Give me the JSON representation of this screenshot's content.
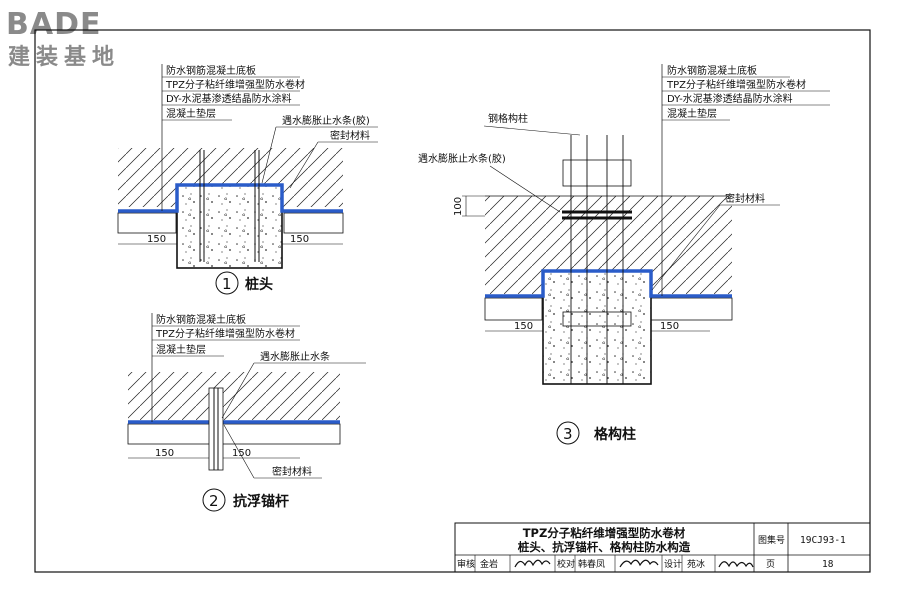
{
  "logo": {
    "brand": "BADE",
    "subtitle": "建装基地"
  },
  "detail1": {
    "labels": [
      "防水钢筋混凝土底板",
      "TPZ分子粘纤维增强型防水卷材",
      "DY-水泥基渗透结晶防水涂料",
      "混凝土垫层"
    ],
    "swell_label": "遇水膨胀止水条(胶)",
    "seal_label": "密封材料",
    "dim_left": "150",
    "dim_right": "150",
    "number": "1",
    "caption": "桩头"
  },
  "detail2": {
    "labels": [
      "防水钢筋混凝土底板",
      "TPZ分子粘纤维增强型防水卷材",
      "混凝土垫层"
    ],
    "swell_label": "遇水膨胀止水条",
    "seal_label": "密封材料",
    "dim_left": "150",
    "dim_right": "150",
    "number": "2",
    "caption": "抗浮锚杆"
  },
  "detail3": {
    "labels": [
      "防水钢筋混凝土底板",
      "TPZ分子粘纤维增强型防水卷材",
      "DY-水泥基渗透结晶防水涂料",
      "混凝土垫层"
    ],
    "column_label": "钢格构柱",
    "swell_label": "遇水膨胀止水条(胶)",
    "seal_label": "密封材料",
    "dim_height": "100",
    "dim_left": "150",
    "dim_right": "150",
    "number": "3",
    "caption": "格构柱"
  },
  "title_block": {
    "title_line1": "TPZ分子粘纤维增强型防水卷材",
    "title_line2": "桩头、抗浮锚杆、格构柱防水构造",
    "atlas_label": "图集号",
    "atlas_value": "19CJ93-1",
    "page_label": "页",
    "page_value": "18",
    "review_label": "审核",
    "review_name": "金岩",
    "check_label": "校对",
    "check_name": "韩春凤",
    "design_label": "设计",
    "design_name": "苑冰"
  },
  "colors": {
    "membrane": "#2a5cc9",
    "line": "#111111",
    "logo": "#8a8a8a"
  }
}
